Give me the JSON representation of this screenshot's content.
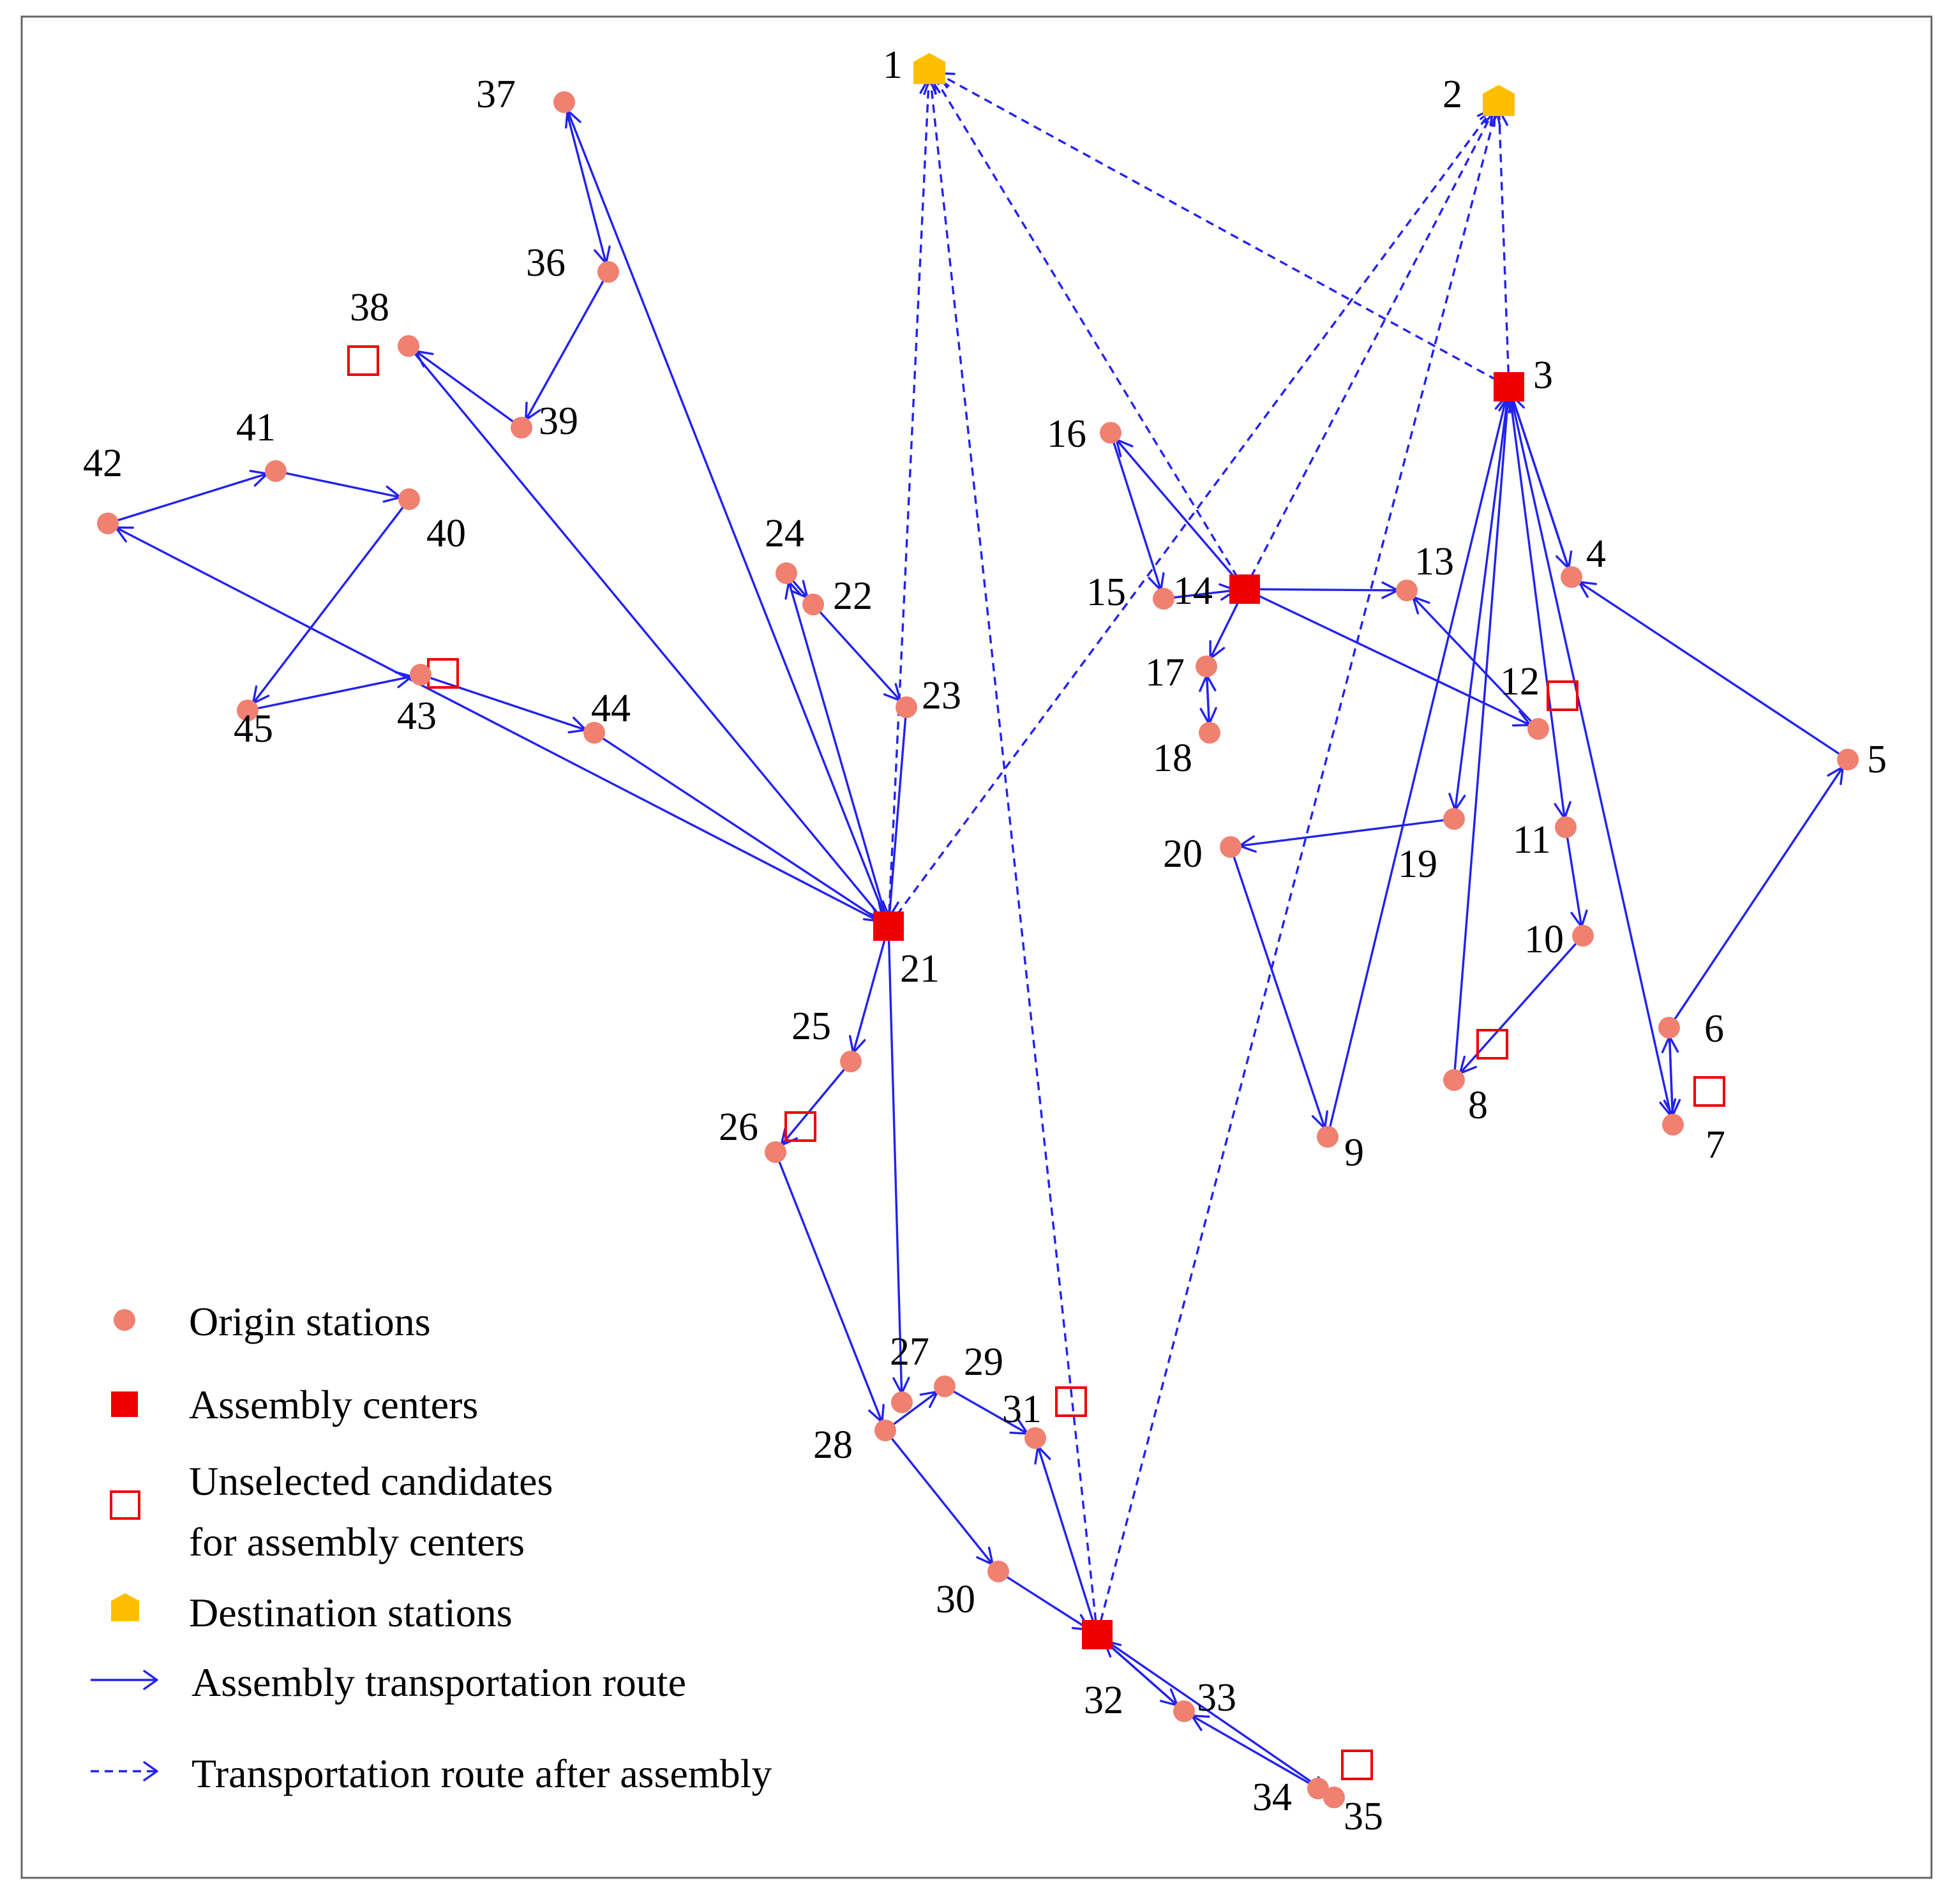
{
  "legend": {
    "origin": "Origin stations",
    "assembly": "Assembly centers",
    "unselected_line1": "Unselected candidates",
    "unselected_line2": "for assembly centers",
    "destination": "Destination stations",
    "assembly_route": "Assembly transportation route",
    "after_route": "Transportation route after assembly"
  },
  "colors": {
    "origin": "#f08070",
    "assembly": "#ee0000",
    "candidate": "#ee0000",
    "destination": "#ffbf00",
    "route": "#2222ee"
  },
  "nodes": [
    {
      "id": "1",
      "type": "destination"
    },
    {
      "id": "2",
      "type": "destination"
    },
    {
      "id": "3",
      "type": "assembly"
    },
    {
      "id": "4",
      "type": "origin"
    },
    {
      "id": "5",
      "type": "origin"
    },
    {
      "id": "6",
      "type": "origin"
    },
    {
      "id": "7",
      "type": "origin"
    },
    {
      "id": "8",
      "type": "origin"
    },
    {
      "id": "9",
      "type": "origin"
    },
    {
      "id": "10",
      "type": "origin"
    },
    {
      "id": "11",
      "type": "origin"
    },
    {
      "id": "12",
      "type": "origin"
    },
    {
      "id": "13",
      "type": "origin"
    },
    {
      "id": "14",
      "type": "assembly"
    },
    {
      "id": "15",
      "type": "origin"
    },
    {
      "id": "16",
      "type": "origin"
    },
    {
      "id": "17",
      "type": "origin"
    },
    {
      "id": "18",
      "type": "origin"
    },
    {
      "id": "19",
      "type": "origin"
    },
    {
      "id": "20",
      "type": "origin"
    },
    {
      "id": "21",
      "type": "assembly"
    },
    {
      "id": "22",
      "type": "origin"
    },
    {
      "id": "23",
      "type": "origin"
    },
    {
      "id": "24",
      "type": "origin"
    },
    {
      "id": "25",
      "type": "origin"
    },
    {
      "id": "26",
      "type": "origin"
    },
    {
      "id": "27",
      "type": "origin"
    },
    {
      "id": "28",
      "type": "origin"
    },
    {
      "id": "29",
      "type": "origin"
    },
    {
      "id": "30",
      "type": "origin"
    },
    {
      "id": "31",
      "type": "origin"
    },
    {
      "id": "32",
      "type": "assembly"
    },
    {
      "id": "33",
      "type": "origin"
    },
    {
      "id": "34",
      "type": "origin"
    },
    {
      "id": "35",
      "type": "origin"
    },
    {
      "id": "36",
      "type": "origin"
    },
    {
      "id": "37",
      "type": "origin"
    },
    {
      "id": "38",
      "type": "origin"
    },
    {
      "id": "39",
      "type": "origin"
    },
    {
      "id": "40",
      "type": "origin"
    },
    {
      "id": "41",
      "type": "origin"
    },
    {
      "id": "42",
      "type": "origin"
    },
    {
      "id": "43",
      "type": "origin"
    },
    {
      "id": "44",
      "type": "origin"
    },
    {
      "id": "45",
      "type": "origin"
    }
  ],
  "unselected_candidates": [
    "12",
    "8",
    "7",
    "26",
    "31",
    "35",
    "38",
    "43"
  ],
  "solid_routes": [
    [
      "3",
      "4"
    ],
    [
      "4",
      "3"
    ],
    [
      "5",
      "4"
    ],
    [
      "6",
      "5"
    ],
    [
      "6",
      "7"
    ],
    [
      "7",
      "6"
    ],
    [
      "3",
      "7"
    ],
    [
      "3",
      "11"
    ],
    [
      "11",
      "10"
    ],
    [
      "10",
      "8"
    ],
    [
      "8",
      "3"
    ],
    [
      "3",
      "19"
    ],
    [
      "9",
      "3"
    ],
    [
      "19",
      "20"
    ],
    [
      "20",
      "9"
    ],
    [
      "14",
      "13"
    ],
    [
      "12",
      "13"
    ],
    [
      "14",
      "12"
    ],
    [
      "14",
      "16"
    ],
    [
      "16",
      "15"
    ],
    [
      "15",
      "14"
    ],
    [
      "14",
      "17"
    ],
    [
      "17",
      "18"
    ],
    [
      "18",
      "17"
    ],
    [
      "21",
      "24"
    ],
    [
      "24",
      "22"
    ],
    [
      "22",
      "23"
    ],
    [
      "23",
      "21"
    ],
    [
      "21",
      "37"
    ],
    [
      "37",
      "36"
    ],
    [
      "36",
      "39"
    ],
    [
      "39",
      "38"
    ],
    [
      "38",
      "21"
    ],
    [
      "21",
      "42"
    ],
    [
      "42",
      "41"
    ],
    [
      "41",
      "40"
    ],
    [
      "40",
      "45"
    ],
    [
      "45",
      "43"
    ],
    [
      "43",
      "44"
    ],
    [
      "44",
      "21"
    ],
    [
      "21",
      "25"
    ],
    [
      "25",
      "26"
    ],
    [
      "26",
      "28"
    ],
    [
      "21",
      "27"
    ],
    [
      "28",
      "29"
    ],
    [
      "29",
      "31"
    ],
    [
      "32",
      "31"
    ],
    [
      "28",
      "30"
    ],
    [
      "30",
      "32"
    ],
    [
      "32",
      "33"
    ],
    [
      "33",
      "32"
    ],
    [
      "32",
      "35"
    ],
    [
      "35",
      "33"
    ]
  ],
  "dashed_routes": [
    [
      "3",
      "1"
    ],
    [
      "3",
      "2"
    ],
    [
      "14",
      "1"
    ],
    [
      "14",
      "2"
    ],
    [
      "21",
      "1"
    ],
    [
      "21",
      "2"
    ],
    [
      "32",
      "1"
    ],
    [
      "32",
      "2"
    ]
  ]
}
